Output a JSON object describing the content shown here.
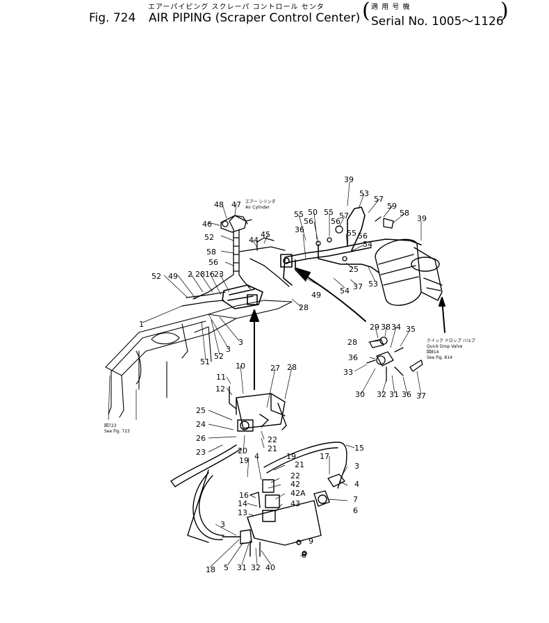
{
  "header": {
    "fig_no": "Fig. 724",
    "title_jp": "エアーパイピング  スクレーパ  コントロール  センタ",
    "title_en": "AIR  PIPING (Scraper Control Center)",
    "serial_jp": "適 用 号 機",
    "serial_en": "Serial No. 1005～1126"
  },
  "notes": {
    "air_cylinder_jp": "エアー シリンダ",
    "air_cylinder_en": "Air Cylinder",
    "quick_drop_jp": "クイック ドロップ バルブ",
    "quick_drop_en": "Quick Drop Valve",
    "fig814_jp": "図814",
    "fig814_en": "See Fig. 814",
    "fig723_jp": "図723",
    "fig723_en": "See Fig. 723"
  },
  "callouts": [
    {
      "text": "39"
    },
    {
      "text": "53"
    },
    {
      "text": "57"
    },
    {
      "text": "59"
    },
    {
      "text": "58"
    },
    {
      "text": "39"
    },
    {
      "text": "48"
    },
    {
      "text": "47"
    },
    {
      "text": "46"
    },
    {
      "text": "55"
    },
    {
      "text": "50"
    },
    {
      "text": "55"
    },
    {
      "text": "56"
    },
    {
      "text": "57"
    },
    {
      "text": "56"
    },
    {
      "text": "55"
    },
    {
      "text": "56"
    },
    {
      "text": "36"
    },
    {
      "text": "52"
    },
    {
      "text": "45"
    },
    {
      "text": "44"
    },
    {
      "text": "58"
    },
    {
      "text": "56"
    },
    {
      "text": "54"
    },
    {
      "text": "25"
    },
    {
      "text": "53"
    },
    {
      "text": "54"
    },
    {
      "text": "37"
    },
    {
      "text": "49"
    },
    {
      "text": "28"
    },
    {
      "text": "52"
    },
    {
      "text": "49"
    },
    {
      "text": "2"
    },
    {
      "text": "28"
    },
    {
      "text": "16"
    },
    {
      "text": "23"
    },
    {
      "text": "1"
    },
    {
      "text": "3"
    },
    {
      "text": "3"
    },
    {
      "text": "51"
    },
    {
      "text": "52"
    },
    {
      "text": "29"
    },
    {
      "text": "38"
    },
    {
      "text": "34"
    },
    {
      "text": "35"
    },
    {
      "text": "28"
    },
    {
      "text": "36"
    },
    {
      "text": "33"
    },
    {
      "text": "30"
    },
    {
      "text": "32"
    },
    {
      "text": "31"
    },
    {
      "text": "36"
    },
    {
      "text": "37"
    },
    {
      "text": "10"
    },
    {
      "text": "27"
    },
    {
      "text": "28"
    },
    {
      "text": "11"
    },
    {
      "text": "12"
    },
    {
      "text": "25"
    },
    {
      "text": "24"
    },
    {
      "text": "26"
    },
    {
      "text": "23"
    },
    {
      "text": "20"
    },
    {
      "text": "22"
    },
    {
      "text": "21"
    },
    {
      "text": "15"
    },
    {
      "text": "19"
    },
    {
      "text": "4"
    },
    {
      "text": "19"
    },
    {
      "text": "21"
    },
    {
      "text": "17"
    },
    {
      "text": "3"
    },
    {
      "text": "22"
    },
    {
      "text": "4"
    },
    {
      "text": "42"
    },
    {
      "text": "16"
    },
    {
      "text": "42A"
    },
    {
      "text": "7"
    },
    {
      "text": "14"
    },
    {
      "text": "43"
    },
    {
      "text": "6"
    },
    {
      "text": "13"
    },
    {
      "text": "3"
    },
    {
      "text": "9"
    },
    {
      "text": "8"
    },
    {
      "text": "18"
    },
    {
      "text": "5"
    },
    {
      "text": "31"
    },
    {
      "text": "32"
    },
    {
      "text": "40"
    }
  ]
}
